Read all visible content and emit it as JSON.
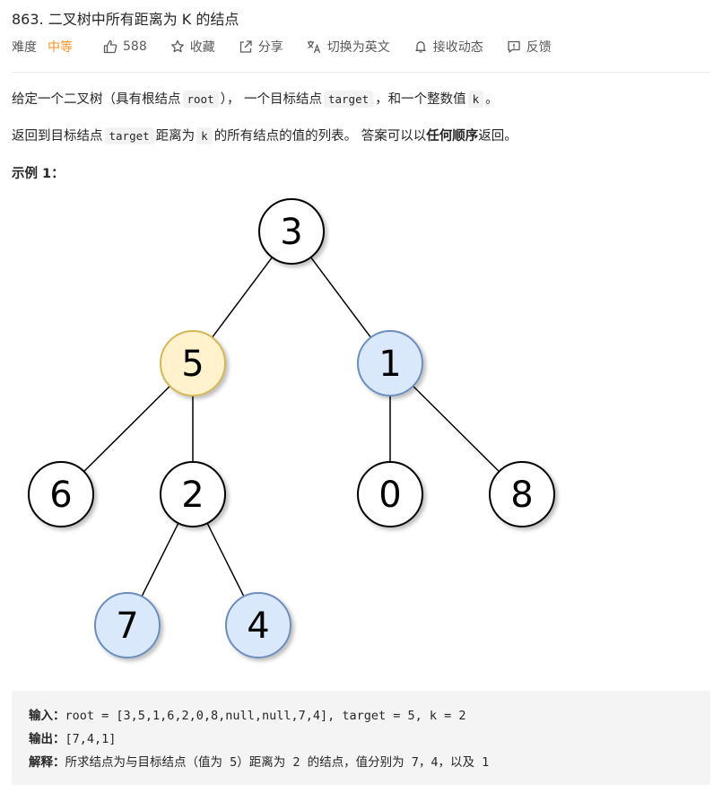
{
  "problem": {
    "title": "863. 二叉树中所有距离为 K 的结点",
    "difficulty_label": "难度",
    "difficulty_value": "中等",
    "likes": "588",
    "favorite_label": "收藏",
    "share_label": "分享",
    "translate_label": "切换为英文",
    "notify_label": "接收动态",
    "feedback_label": "反馈"
  },
  "description": {
    "p1_a": "给定一个二叉树（具有根结点",
    "p1_code1": "root",
    "p1_b": "），  一个目标结点",
    "p1_code2": "target",
    "p1_c": "，和一个整数值",
    "p1_code3": "k",
    "p1_d": "。",
    "p2_a": "返回到目标结点",
    "p2_code1": "target",
    "p2_b": "距离为",
    "p2_code2": "k",
    "p2_c": "的所有结点的值的列表。 答案可以以",
    "p2_bold": "任何顺序",
    "p2_d": "返回。",
    "example_title": "示例 1："
  },
  "tree": {
    "nodes": [
      {
        "id": "n3",
        "value": "3",
        "fill": "#ffffff",
        "stroke": "#000000"
      },
      {
        "id": "n5",
        "value": "5",
        "fill": "#fff2cc",
        "stroke": "#d6b656"
      },
      {
        "id": "n1",
        "value": "1",
        "fill": "#dae8fc",
        "stroke": "#6c8ebf"
      },
      {
        "id": "n6",
        "value": "6",
        "fill": "#ffffff",
        "stroke": "#000000"
      },
      {
        "id": "n2",
        "value": "2",
        "fill": "#ffffff",
        "stroke": "#000000"
      },
      {
        "id": "n0",
        "value": "0",
        "fill": "#ffffff",
        "stroke": "#000000"
      },
      {
        "id": "n8",
        "value": "8",
        "fill": "#ffffff",
        "stroke": "#000000"
      },
      {
        "id": "n7",
        "value": "7",
        "fill": "#dae8fc",
        "stroke": "#6c8ebf"
      },
      {
        "id": "n4",
        "value": "4",
        "fill": "#dae8fc",
        "stroke": "#6c8ebf"
      }
    ],
    "edges": [
      [
        "n3",
        "n5"
      ],
      [
        "n3",
        "n1"
      ],
      [
        "n5",
        "n6"
      ],
      [
        "n5",
        "n2"
      ],
      [
        "n1",
        "n0"
      ],
      [
        "n1",
        "n8"
      ],
      [
        "n2",
        "n7"
      ],
      [
        "n2",
        "n4"
      ]
    ]
  },
  "example": {
    "input_label": "输入：",
    "input_value": "root = [3,5,1,6,2,0,8,null,null,7,4], target = 5, k = 2",
    "output_label": "输出：",
    "output_value": "[7,4,1]",
    "explain_label": "解释：",
    "explain_value": "所求结点为与目标结点（值为 5）距离为 2 的结点，值分别为 7，4，以及 1"
  }
}
